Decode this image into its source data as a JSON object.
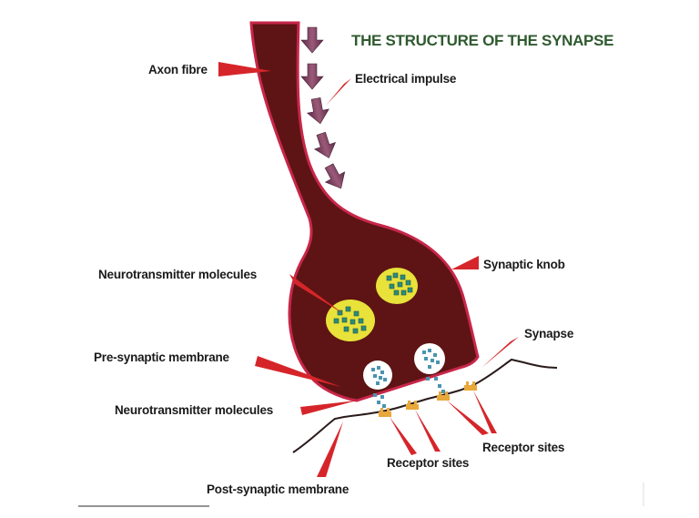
{
  "title": "THE STRUCTURE OF THE SYNAPSE",
  "labels": {
    "axon_fibre": "Axon fibre",
    "electrical_impulse": "Electrical impulse",
    "synaptic_knob": "Synaptic knob",
    "neurotransmitter_molecules_upper": "Neurotransmitter molecules",
    "synapse": "Synapse",
    "pre_synaptic_membrane": "Pre-synaptic membrane",
    "neurotransmitter_molecules_lower": "Neurotransmitter molecules",
    "receptor_sites_right": "Receptor sites",
    "receptor_sites_middle": "Receptor sites",
    "post_synaptic_membrane": "Post-synaptic membrane"
  },
  "colors": {
    "title": "#2f5a2f",
    "neuron_fill": "#5e1414",
    "neuron_outline": "#c8264a",
    "vesicle_fill": "#e8e23a",
    "vesicle_molecule": "#2e8a7a",
    "released_vesicle_fill": "#ffffff",
    "released_molecule": "#4a94b0",
    "receptor": "#e8a83a",
    "pointer": "#d6252a",
    "impulse_arrow": "#7a3a5a",
    "membrane_line": "#2a1a1a"
  }
}
